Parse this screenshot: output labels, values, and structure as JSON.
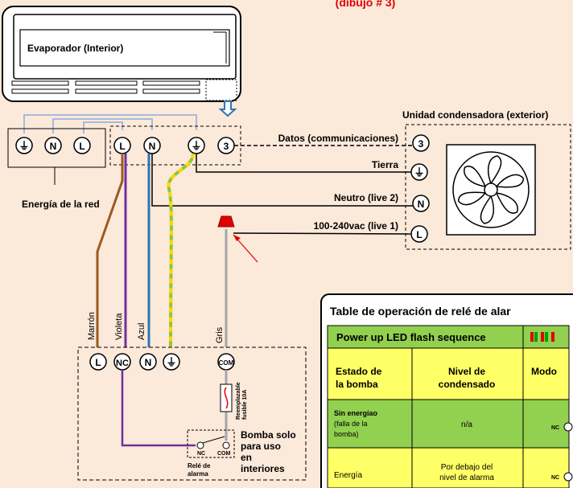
{
  "title_fragment": "(dibujo # 3)",
  "indoor_unit": {
    "label": "Evaporador (Interior)"
  },
  "outdoor_unit": {
    "label": "Unidad condensadora (exterior)"
  },
  "mains_label": "Energía de la red",
  "terminals": {
    "ground": "⏚",
    "n": "N",
    "l": "L",
    "three": "3",
    "nc": "NC",
    "com": "COM"
  },
  "lines": {
    "data": "Datos (communicaciones)",
    "earth": "Tierra",
    "neutral": "Neutro (live 2)",
    "live": "100-240vac (live 1)"
  },
  "wires": {
    "brown": "Marrón",
    "violet": "Violeta",
    "blue": "Azul",
    "grey": "Gris"
  },
  "fuse_label": [
    "Reemplazable",
    "fusible 10A"
  ],
  "pump_note": [
    "Bomba solo",
    "para uso",
    "en",
    "interiores"
  ],
  "relay": {
    "nc": "NC",
    "com": "COM",
    "label": [
      "Relé de",
      "alarma"
    ]
  },
  "table": {
    "title": "Table de operación de relé de alar",
    "header_row": "Power up LED flash sequence",
    "columns": [
      [
        "Estado de",
        "la bomba"
      ],
      [
        "Nivel de",
        "condensado"
      ],
      [
        "Modo"
      ]
    ],
    "rows": [
      {
        "state": [
          "Sin energíao",
          "(falla de la",
          "bomba)"
        ],
        "level": [
          "n/a"
        ],
        "mode": "NC"
      },
      {
        "state": [
          "Energía"
        ],
        "level": [
          "Por debajo del",
          "nivel de alarma"
        ],
        "mode": "NC"
      }
    ]
  },
  "colors": {
    "background": "#fbe9da",
    "brown_wire": "#9c5a1e",
    "violet_wire": "#7030a0",
    "blue_wire": "#2e75b6",
    "earth_green": "#8dc63f",
    "earth_yellow": "#ffd700",
    "grey_wire": "#a6a6a6",
    "title_red": "#e00000",
    "table_green": "#92d050",
    "table_yellow": "#ffff66",
    "indoor_lines": "#8eaadb",
    "alarm_red": "#e00000"
  }
}
